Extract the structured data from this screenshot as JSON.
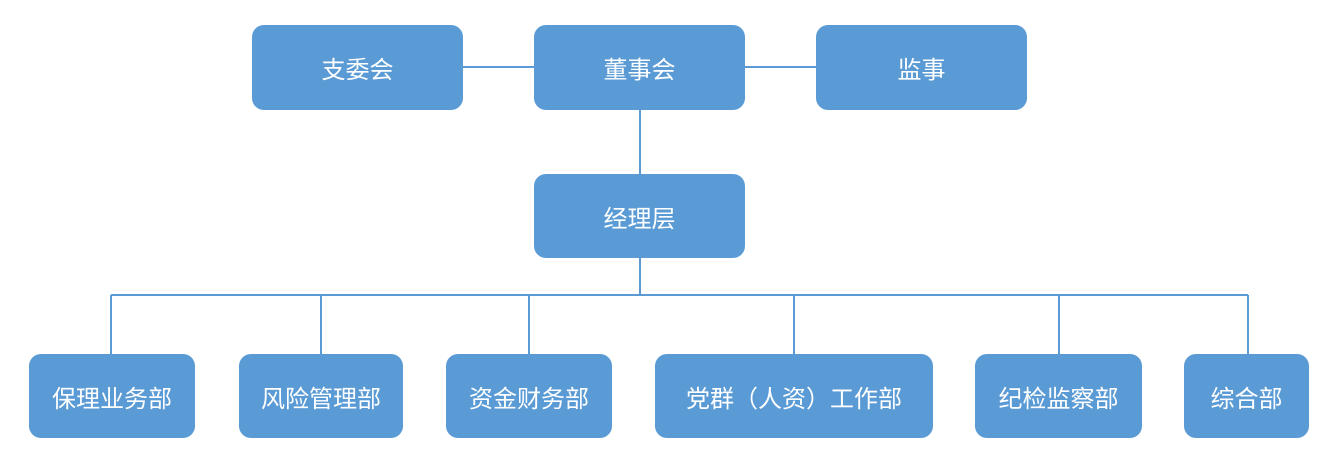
{
  "org_chart": {
    "top": {
      "branch_committee": "支委会",
      "board": "董事会",
      "supervisor": "监事"
    },
    "management": "经理层",
    "departments": [
      "保理业务部",
      "风险管理部",
      "资金财务部",
      "党群（人资）工作部",
      "纪检监察部",
      "综合部"
    ]
  },
  "colors": {
    "node_fill": "#5b9bd5",
    "node_text": "#ffffff",
    "connector": "#5b9bd5"
  }
}
